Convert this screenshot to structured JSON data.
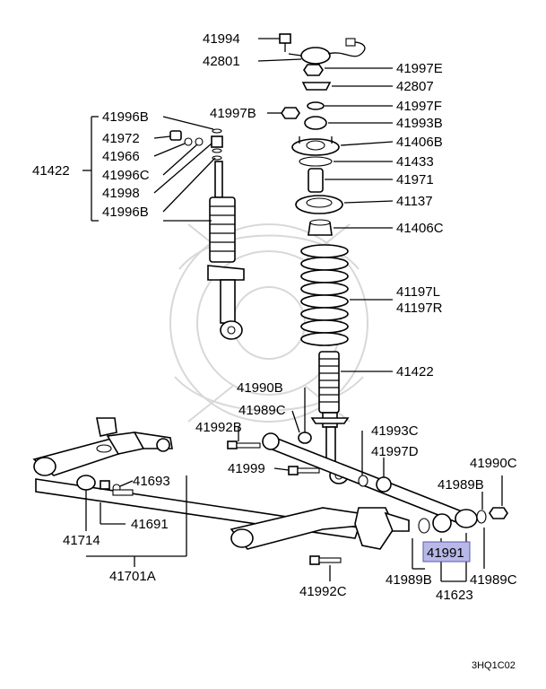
{
  "labels": {
    "p41994": "41994",
    "p42801": "42801",
    "p41997E": "41997E",
    "p42807": "42807",
    "p41997F": "41997F",
    "p41993B": "41993B",
    "p41406B": "41406B",
    "p41433": "41433",
    "p41971": "41971",
    "p41137": "41137",
    "p41406C": "41406C",
    "p41197L": "41197L",
    "p41197R": "41197R",
    "p41422_right": "41422",
    "p41997B": "41997B",
    "p41996B_top": "41996B",
    "p41972": "41972",
    "p41966": "41966",
    "p41996C": "41996C",
    "p41998": "41998",
    "p41996B_bottom": "41996B",
    "p41422_left": "41422",
    "p41990B": "41990B",
    "p41989C_upper": "41989C",
    "p41992B": "41992B",
    "p41993C": "41993C",
    "p41997D": "41997D",
    "p41999": "41999",
    "p41990C": "41990C",
    "p41989B_right": "41989B",
    "p41693": "41693",
    "p41691": "41691",
    "p41714": "41714",
    "p41701A": "41701A",
    "p41991": "41991",
    "p41992C": "41992C",
    "p41989B_bottom": "41989B",
    "p41989C_lower": "41989C",
    "p41623": "41623"
  },
  "footer": {
    "code": "3HQ1C02"
  },
  "colors": {
    "highlight": "#b8b8e8",
    "ink": "#000000",
    "watermark": "#d8d8d8"
  }
}
